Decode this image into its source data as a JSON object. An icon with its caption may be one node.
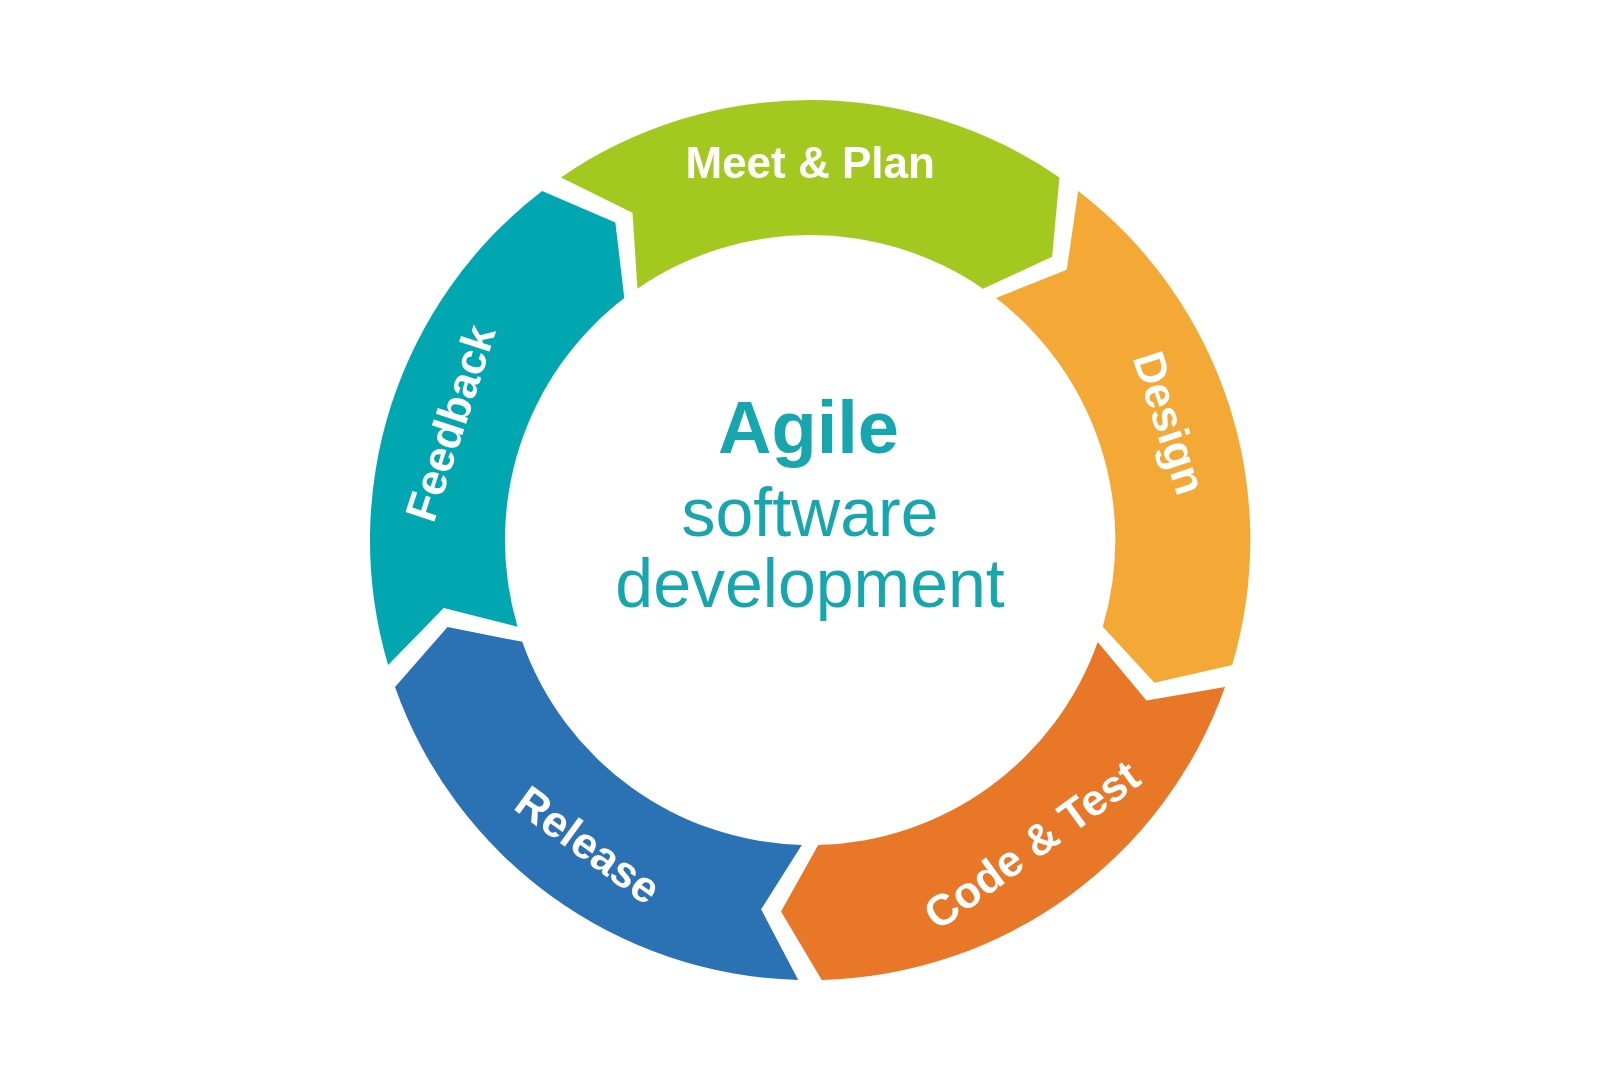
{
  "diagram": {
    "nodes": [
      {
        "text": [
          "Meet & Plan"
        ]
      },
      {
        "text": [
          "Design"
        ]
      },
      {
        "text": [
          "Code & Test"
        ]
      },
      {
        "text": [
          "Release"
        ]
      },
      {
        "text": [
          "Feedback"
        ]
      }
    ],
    "labels": [
      "Agile",
      "software development"
    ]
  }
}
